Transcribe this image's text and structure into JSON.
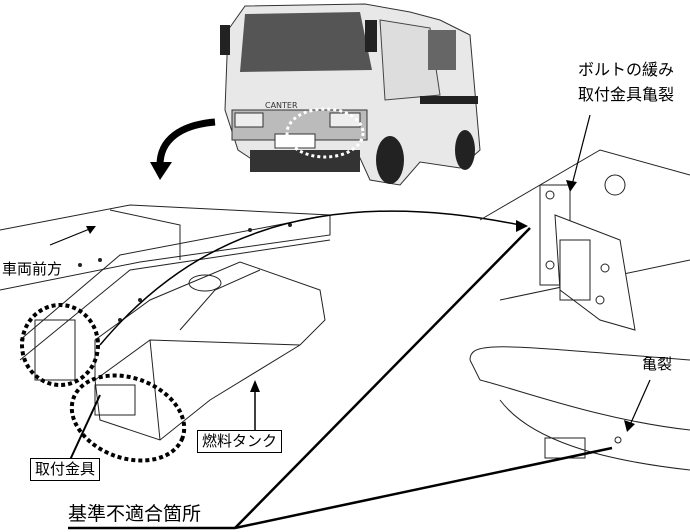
{
  "labels": {
    "bolt_loose": "ボルトの緩み",
    "bracket_crack": "取付金具亀裂",
    "vehicle_front": "車両前方",
    "crack": "亀裂",
    "fuel_tank": "燃料タンク",
    "bracket": "取付金具",
    "nonconforming": "基準不適合箇所",
    "truck_badge": "CANTER"
  },
  "colors": {
    "ink": "#000000",
    "photo_dark": "#3a3a3a",
    "photo_light": "#d8d8d8"
  }
}
